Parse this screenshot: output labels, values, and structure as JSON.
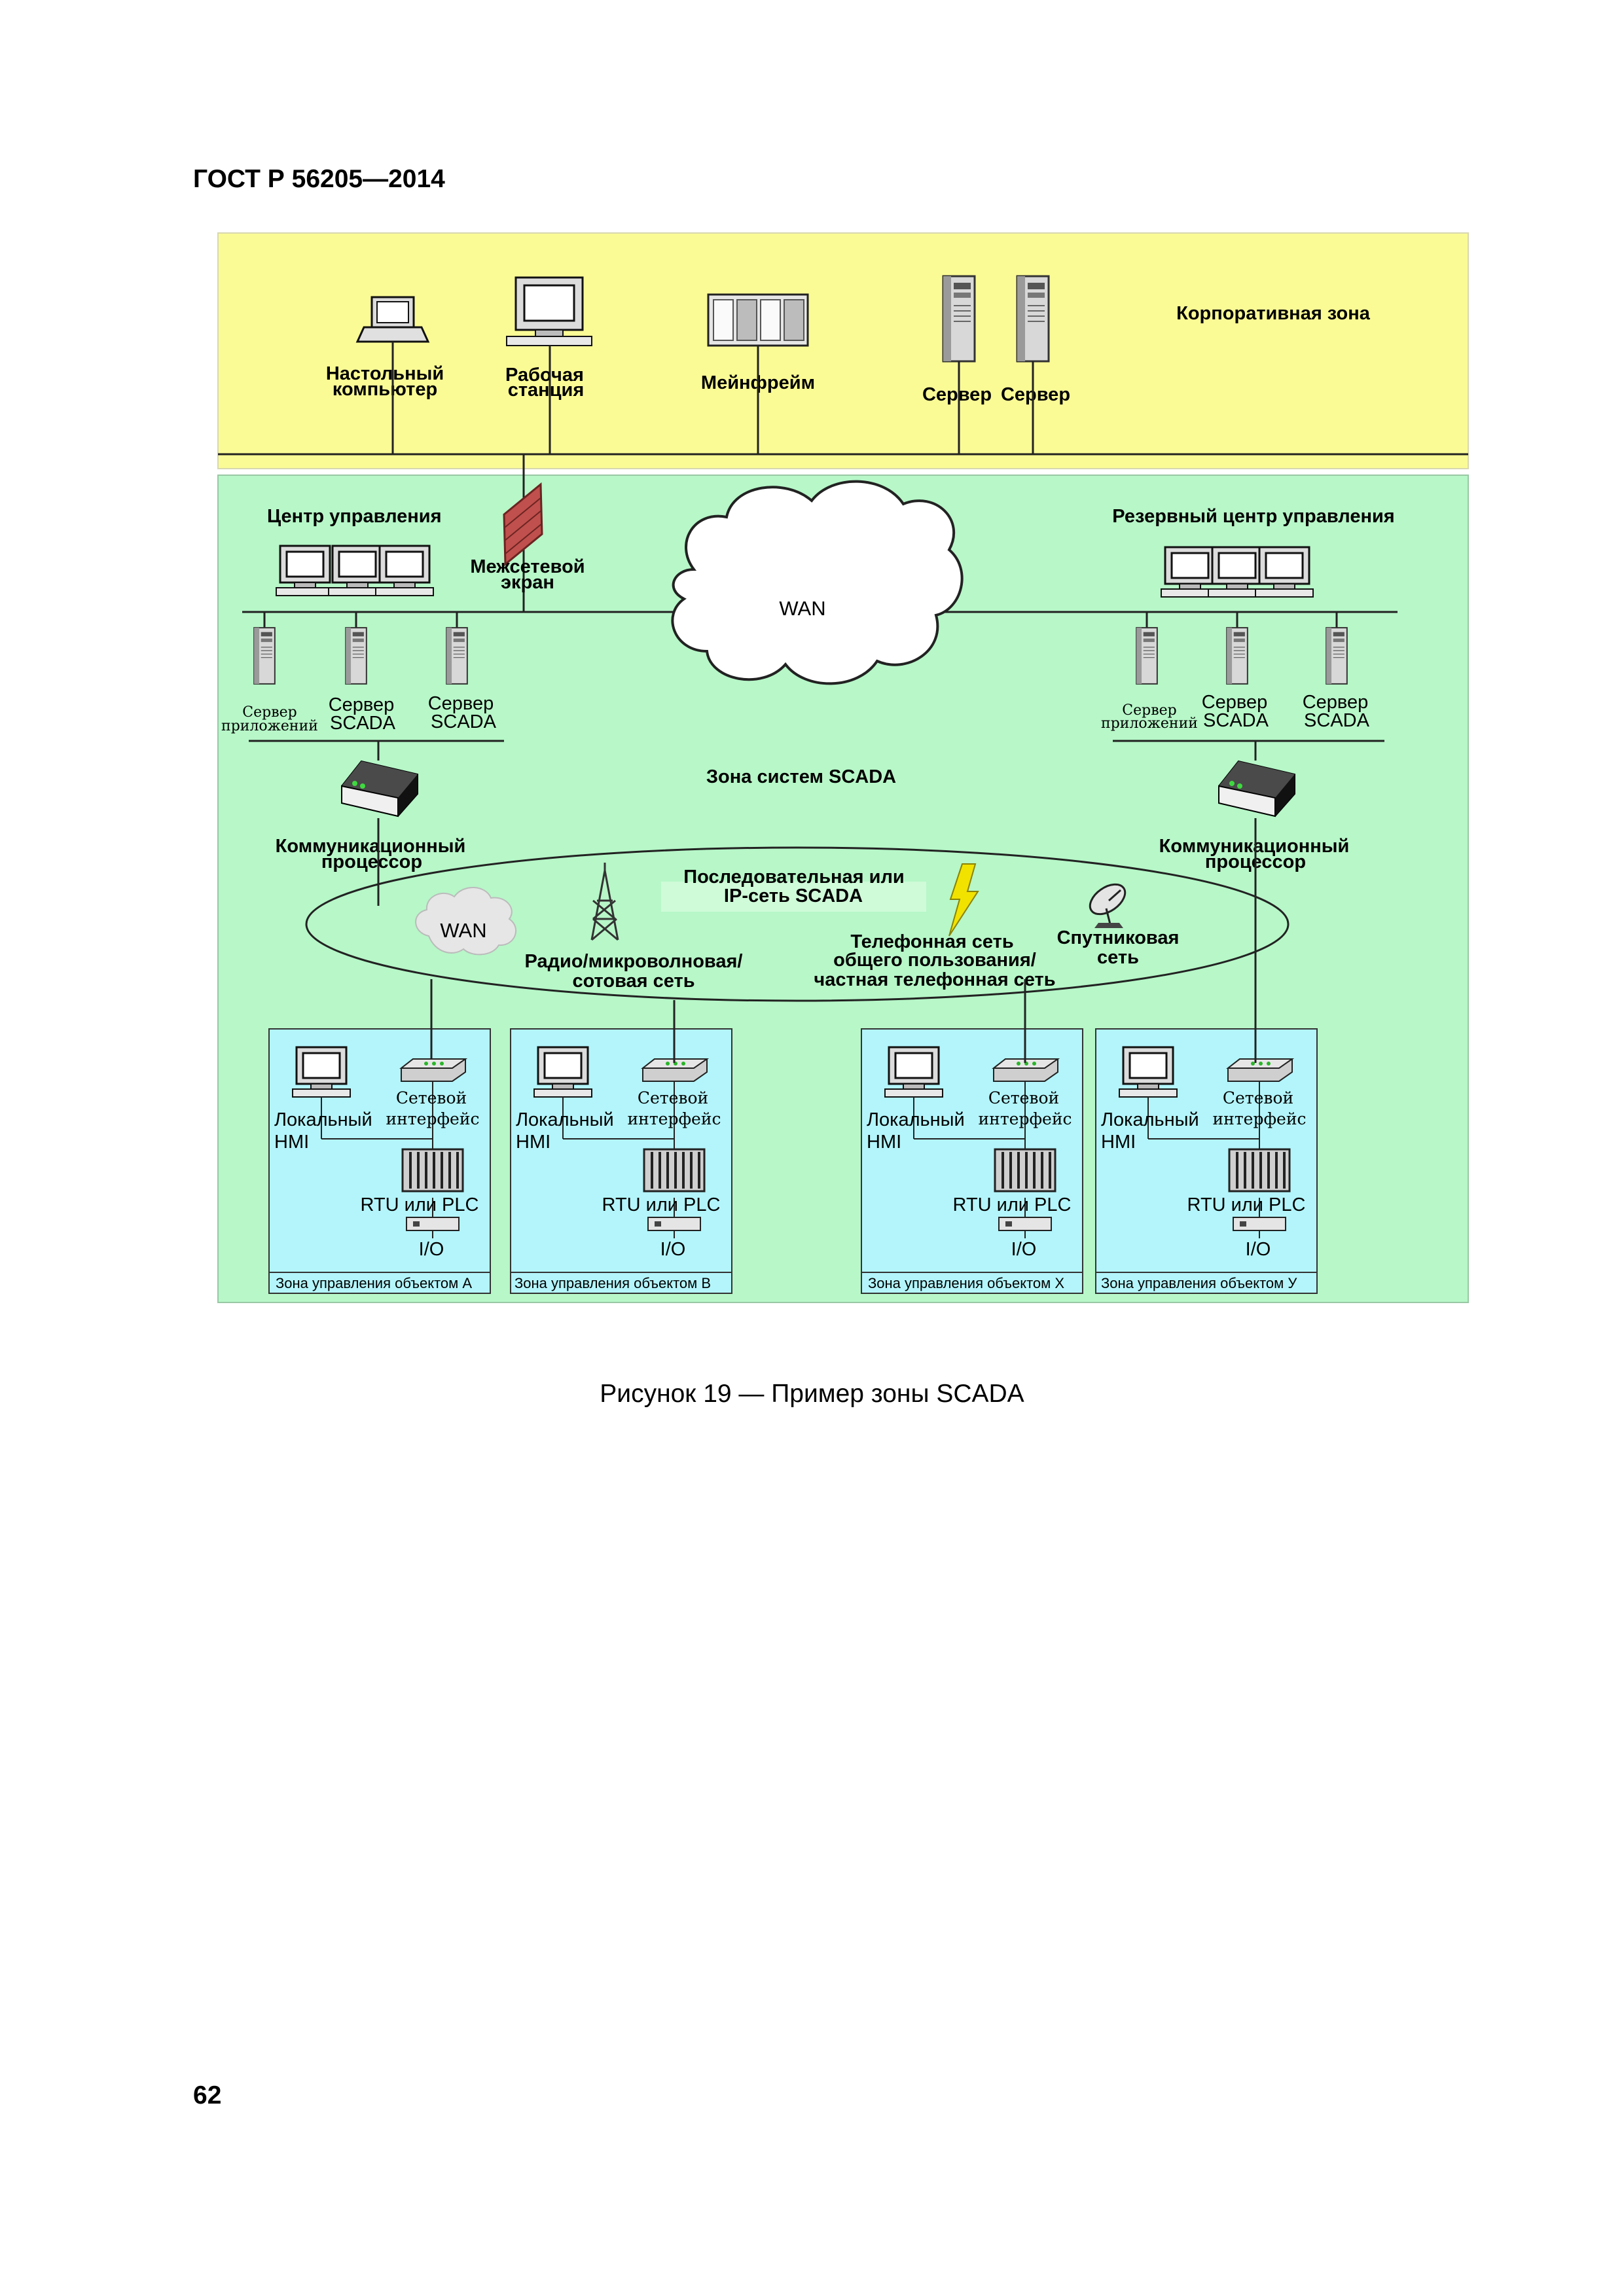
{
  "document": {
    "header": "ГОСТ Р 56205—2014",
    "caption": "Рисунок 19 — Пример зоны SCADA",
    "page_number": "62"
  },
  "figure": {
    "corporate_zone": {
      "title": "Корпоративная зона",
      "desktop": [
        "Настольный",
        "компьютер"
      ],
      "workstation": [
        "Рабочая",
        "станция"
      ],
      "mainframe": "Мейнфрейм",
      "server_1": "Сервер",
      "server_2": "Сервер"
    },
    "firewall": [
      "Межсетевой",
      "экран"
    ],
    "control_center": {
      "title": "Центр управления",
      "app_server": [
        "Сервер",
        "приложений"
      ],
      "scada_server_1": [
        "Сервер",
        "SCADA"
      ],
      "scada_server_2": [
        "Сервер",
        "SCADA"
      ],
      "comm_processor": [
        "Коммуникационный",
        "процессор"
      ]
    },
    "backup_center": {
      "title": "Резервный центр управления",
      "app_server": [
        "Сервер",
        "приложений"
      ],
      "scada_server_1": [
        "Сервер",
        "SCADA"
      ],
      "scada_server_2": [
        "Сервер",
        "SCADA"
      ],
      "comm_processor": [
        "Коммуникационный",
        "процессор"
      ]
    },
    "wan_cloud": "WAN",
    "scada_zone_label": "Зона систем SCADA",
    "serial_network": [
      "Последовательная или",
      "IP-сеть SCADA"
    ],
    "small_wan": "WAN",
    "radio_network": [
      "Радио/микроволновая/",
      "сотовая сеть"
    ],
    "phone_network": [
      "Телефонная сеть",
      "общего пользования/",
      "частная телефонная сеть"
    ],
    "satellite_network": [
      "Спутниковая",
      "сеть"
    ],
    "site_zones": [
      {
        "local_hmi": [
          "Локальный",
          "HMI"
        ],
        "net_interface": [
          "Сетевой",
          "интерфейс"
        ],
        "rtu_plc": "RTU или PLC",
        "io": "I/O",
        "zone_label": "Зона управления объектом А"
      },
      {
        "local_hmi": [
          "Локальный",
          "HMI"
        ],
        "net_interface": [
          "Сетевой",
          "интерфейс"
        ],
        "rtu_plc": "RTU или PLC",
        "io": "I/O",
        "zone_label": "Зона управления объектом В"
      },
      {
        "local_hmi": [
          "Локальный",
          "HMI"
        ],
        "net_interface": [
          "Сетевой",
          "интерфейс"
        ],
        "rtu_plc": "RTU или PLC",
        "io": "I/O",
        "zone_label": "Зона управления объектом Х"
      },
      {
        "local_hmi": [
          "Локальный",
          "HMI"
        ],
        "net_interface": [
          "Сетевой",
          "интерфейс"
        ],
        "rtu_plc": "RTU или PLC",
        "io": "I/O",
        "zone_label": "Зона управления объектом У"
      }
    ],
    "colors": {
      "corporate_zone_fill": "#fbfb96",
      "scada_zone_fill": "#b7f7c8",
      "site_zone_fill": "#b3f5fb",
      "firewall": "#c0504d",
      "lightning": "#f2e200"
    }
  }
}
